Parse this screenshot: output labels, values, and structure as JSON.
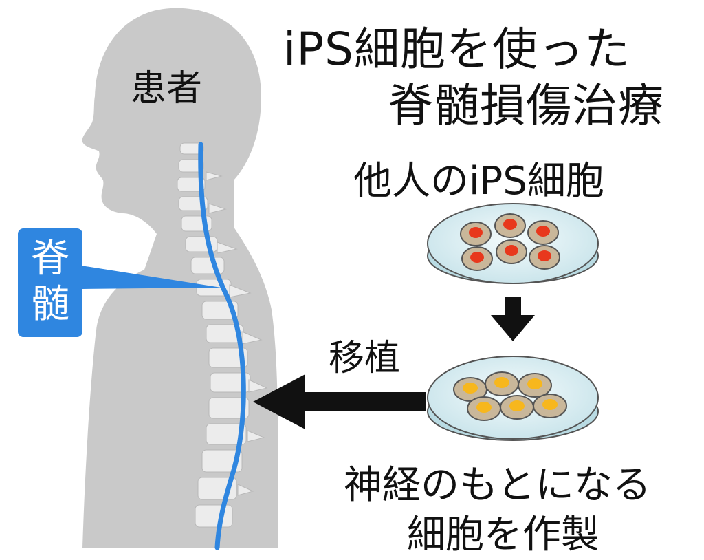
{
  "title": {
    "line1": "iPS細胞を使った",
    "line2": "脊髄損傷治療"
  },
  "labels": {
    "patient": "患者",
    "spinal_cord": "脊\n髄",
    "source_cells": "他人のiPS細胞",
    "transplant": "移植",
    "result_line1": "神経のもとになる",
    "result_line2": "細胞を作製"
  },
  "colors": {
    "body": "#c9c9c9",
    "spinal_cord": "#2f86e0",
    "vertebra": "#ececec",
    "arrow": "#111111",
    "ips_cell_nucleus": "#e8381c",
    "neural_cell_nucleus": "#f7b71d",
    "cell_body": "#c9b79a",
    "dish": "#d8eef3"
  }
}
